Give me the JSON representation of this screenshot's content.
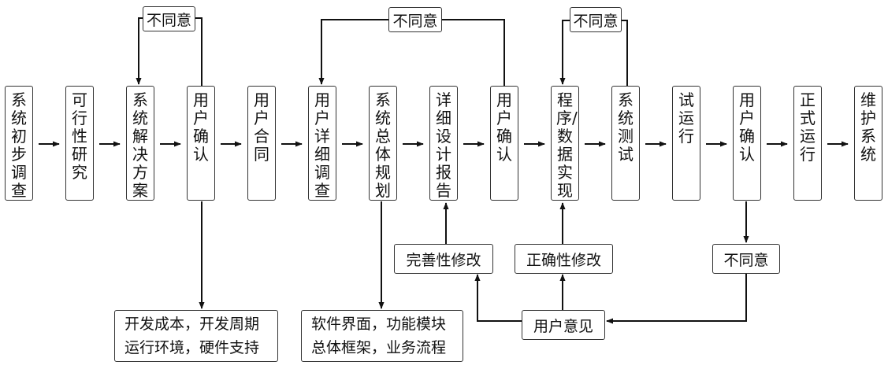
{
  "stages": [
    {
      "id": "s1",
      "label": "系统初步调查"
    },
    {
      "id": "s2",
      "label": "可行性研究"
    },
    {
      "id": "s3",
      "label": "系统解决方案"
    },
    {
      "id": "s4",
      "label": "用户确认"
    },
    {
      "id": "s5",
      "label": "用户合同"
    },
    {
      "id": "s6",
      "label": "用户详细调查"
    },
    {
      "id": "s7",
      "label": "系统总体规划"
    },
    {
      "id": "s8",
      "label": "详细设计报告"
    },
    {
      "id": "s9",
      "label": "用户确认"
    },
    {
      "id": "s10",
      "label": "程序/数据实现"
    },
    {
      "id": "s11",
      "label": "系统测试"
    },
    {
      "id": "s12",
      "label": "试运行"
    },
    {
      "id": "s13",
      "label": "用户确认"
    },
    {
      "id": "s14",
      "label": "正式运行"
    },
    {
      "id": "s15",
      "label": "维护系统"
    }
  ],
  "feedback_labels": {
    "disagree_1": "不同意",
    "disagree_2": "不同意",
    "disagree_3": "不同意",
    "disagree_4": "不同意"
  },
  "notes": {
    "cost_box": [
      "开发成本，开发周期",
      "运行环境，硬件支持"
    ],
    "plan_box": [
      "软件界面，功能模块",
      "总体框架，业务流程"
    ]
  },
  "revisions": {
    "completeness": "完善性修改",
    "correctness": "正确性修改",
    "user_opinion": "用户意见"
  }
}
